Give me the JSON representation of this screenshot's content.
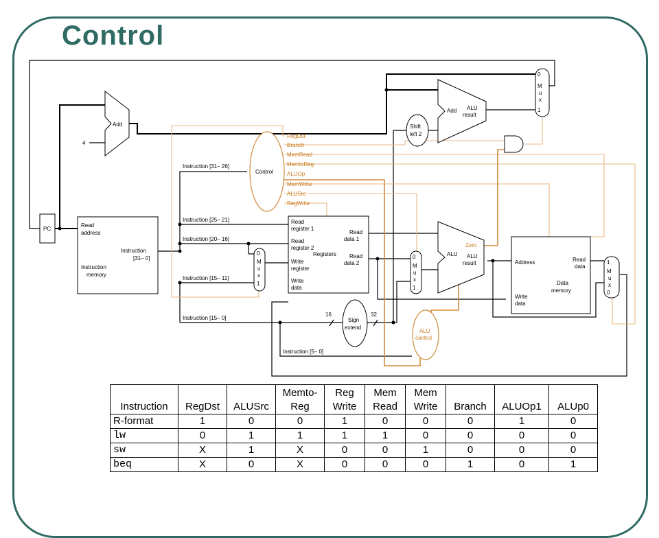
{
  "title": "Control",
  "diagram": {
    "pc": "PC",
    "add_top": "Add",
    "four": "4",
    "instr_mem": {
      "read": "Read",
      "address": "address",
      "instruction": "Instruction",
      "range": "[31– 0]",
      "name1": "Instruction",
      "name2": "memory"
    },
    "control": "Control",
    "control_signals": [
      "RegDst",
      "Branch",
      "MemRead",
      "MemtoReg",
      "ALUOp",
      "MemWrite",
      "ALUSrc",
      "RegWrite"
    ],
    "fields": [
      "Instruction [31– 26]",
      "Instruction [25– 21]",
      "Instruction [20– 16]",
      "Instruction [15– 11]",
      "Instruction [15– 0]",
      "Instruction [5– 0]"
    ],
    "registers": {
      "r1a": "Read",
      "r1b": "register 1",
      "r2a": "Read",
      "r2b": "register 2",
      "name": "Registers",
      "wra": "Write",
      "wrb": "register",
      "wda": "Write",
      "wdb": "data",
      "rd1a": "Read",
      "rd1b": "data 1",
      "rd2a": "Read",
      "rd2b": "data 2"
    },
    "mux_labels": [
      "M",
      "u",
      "x"
    ],
    "mux_reg": [
      "0",
      "1"
    ],
    "mux_alu": [
      "0",
      "1"
    ],
    "mux_pc": [
      "0",
      "1"
    ],
    "mux_mem": [
      "1",
      "0"
    ],
    "sign_extend": {
      "a": "Sign",
      "b": "extend",
      "in": "16",
      "out": "32"
    },
    "shift": {
      "a": "Shift",
      "b": "left 2"
    },
    "add_branch": {
      "name": "Add",
      "res1": "ALU",
      "res2": "result"
    },
    "alu": {
      "name": "ALU",
      "zero": "Zero",
      "res1": "ALU",
      "res2": "result"
    },
    "alu_control": {
      "a": "ALU",
      "b": "control"
    },
    "data_mem": {
      "address": "Address",
      "read1": "Read",
      "read2": "data",
      "name1": "Data",
      "name2": "memory",
      "write1": "Write",
      "write2": "data"
    }
  },
  "table": {
    "headers": [
      "Instruction",
      "RegDst",
      "ALUSrc",
      "Memto-\nReg",
      "Reg\nWrite",
      "Mem\nRead",
      "Mem\nWrite",
      "Branch",
      "ALUOp1",
      "ALUp0"
    ],
    "rows": [
      [
        "R-format",
        "1",
        "0",
        "0",
        "1",
        "0",
        "0",
        "0",
        "1",
        "0"
      ],
      [
        "lw",
        "0",
        "1",
        "1",
        "1",
        "1",
        "0",
        "0",
        "0",
        "0"
      ],
      [
        "sw",
        "X",
        "1",
        "X",
        "0",
        "0",
        "1",
        "0",
        "0",
        "0"
      ],
      [
        "beq",
        "X",
        "0",
        "X",
        "0",
        "0",
        "0",
        "1",
        "0",
        "1"
      ]
    ]
  }
}
